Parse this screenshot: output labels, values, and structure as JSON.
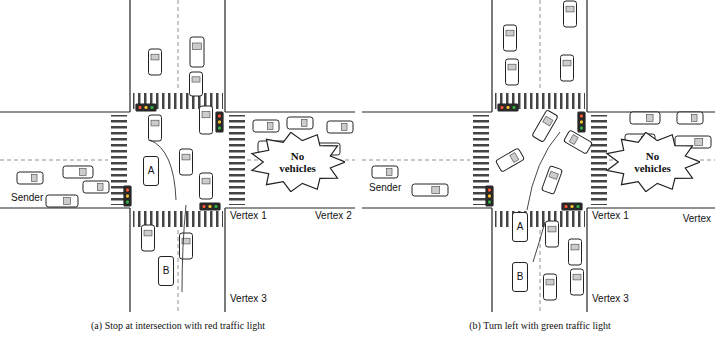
{
  "diagram": {
    "nodes": [
      {
        "text": [
          "No vehicles"
        ]
      },
      {
        "text": [
          "No vehicles"
        ]
      },
      {
        "text": [
          "A"
        ]
      },
      {
        "text": [
          "B"
        ]
      },
      {
        "text": [
          "A"
        ]
      },
      {
        "text": [
          "B"
        ]
      }
    ],
    "labels": [
      "Sender",
      "Vertex 1",
      "Vertex 2",
      "Vertex 3",
      "(a) Stop at intersection with red traffic light",
      "Sender",
      "Vertex 1",
      "Vertex",
      "Vertex 3",
      "(b) Turn left with green traffic light"
    ]
  }
}
